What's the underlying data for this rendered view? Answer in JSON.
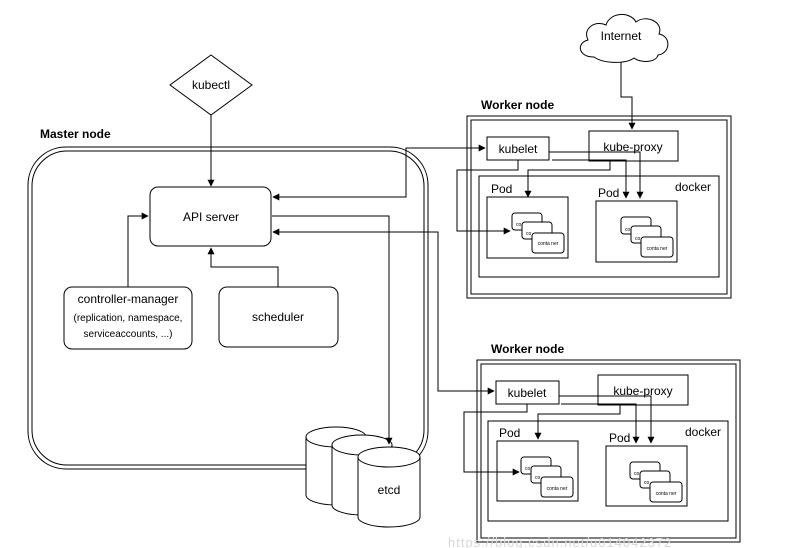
{
  "diagram": {
    "internet": "Internet",
    "kubectl": "kubectl",
    "master": {
      "title": "Master node",
      "api_server": "API server",
      "controller_manager": "controller-manager",
      "controller_manager_detail_1": "(replication, namespace,",
      "controller_manager_detail_2": "serviceaccounts, ...)",
      "scheduler": "scheduler",
      "etcd": "etcd"
    },
    "worker_1": {
      "title": "Worker node",
      "kubelet": "kubelet",
      "kube_proxy": "kube-proxy",
      "docker": "docker",
      "pod_a": "Pod",
      "pod_b": "Pod"
    },
    "worker_2": {
      "title": "Worker node",
      "kubelet": "kubelet",
      "kube_proxy": "kube-proxy",
      "docker": "docker",
      "pod_a": "Pod",
      "pod_b": "Pod"
    },
    "container_label": "conta ner",
    "container_stub": "co",
    "watermark": "https://blog.csdn.net/u014042372"
  }
}
